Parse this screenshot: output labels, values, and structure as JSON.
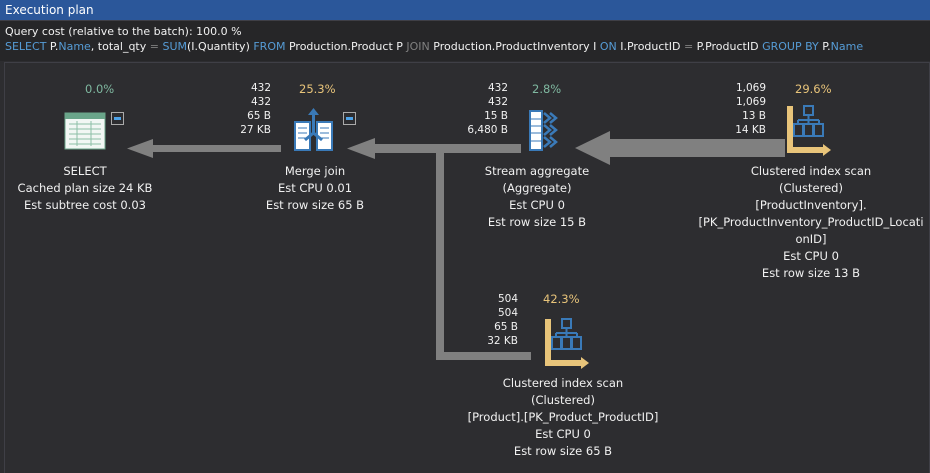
{
  "window": {
    "title": "Execution plan"
  },
  "header": {
    "query_cost": "Query cost (relative to the batch):  100.0 %",
    "sql": [
      {
        "t": "SELECT ",
        "k": "kw"
      },
      {
        "t": "P.",
        "k": ""
      },
      {
        "t": "Name",
        "k": "kw"
      },
      {
        "t": ", total_qty ",
        "k": ""
      },
      {
        "t": "=",
        "k": "op"
      },
      {
        "t": " ",
        "k": ""
      },
      {
        "t": "SUM",
        "k": "kw"
      },
      {
        "t": "(I.Quantity) ",
        "k": ""
      },
      {
        "t": "FROM",
        "k": "kw"
      },
      {
        "t": " Production.Product P ",
        "k": ""
      },
      {
        "t": "JOIN",
        "k": "op"
      },
      {
        "t": " Production.ProductInventory I ",
        "k": ""
      },
      {
        "t": "ON",
        "k": "kw"
      },
      {
        "t": " I.ProductID ",
        "k": ""
      },
      {
        "t": "=",
        "k": "op"
      },
      {
        "t": " P.ProductID ",
        "k": ""
      },
      {
        "t": "GROUP BY",
        "k": "kw"
      },
      {
        "t": " P.",
        "k": ""
      },
      {
        "t": "Name",
        "k": "kw"
      }
    ]
  },
  "colors": {
    "low_cost": "#7fb8a0",
    "high_cost": "#e8c47a",
    "keyword": "#569cd6",
    "arrow": "#808080"
  },
  "nodes": {
    "select": {
      "icon": "select-table-icon",
      "pct": "0.0%",
      "pct_level": "low",
      "stats": [],
      "label": [
        "SELECT",
        "Cached plan size  24 KB",
        "Est subtree cost  0.03"
      ]
    },
    "merge": {
      "icon": "merge-join-icon",
      "pct": "25.3%",
      "pct_level": "high",
      "stats": [
        "432",
        "432",
        "65 B",
        "27 KB"
      ],
      "label": [
        "Merge join",
        "Est CPU  0.01",
        "Est row size  65 B"
      ]
    },
    "stream": {
      "icon": "stream-aggregate-icon",
      "pct": "2.8%",
      "pct_level": "low",
      "stats": [
        "432",
        "432",
        "15 B",
        "6,480 B"
      ],
      "label": [
        "Stream aggregate",
        "(Aggregate)",
        "Est CPU  0",
        "Est row size  15 B"
      ]
    },
    "scan1": {
      "icon": "clustered-index-scan-icon",
      "pct": "29.6%",
      "pct_level": "high",
      "stats": [
        "1,069",
        "1,069",
        "13 B",
        "14 KB"
      ],
      "label": [
        "Clustered index scan",
        "(Clustered)",
        "[ProductInventory].",
        "[PK_ProductInventory_ProductID_Locati",
        "onID]",
        "Est CPU  0",
        "Est row size  13 B"
      ]
    },
    "scan2": {
      "icon": "clustered-index-scan-icon",
      "pct": "42.3%",
      "pct_level": "high",
      "stats": [
        "504",
        "504",
        "65 B",
        "32 KB"
      ],
      "label": [
        "Clustered index scan",
        "(Clustered)",
        "[Product].[PK_Product_ProductID]",
        "Est CPU  0",
        "Est row size  65 B"
      ]
    }
  }
}
